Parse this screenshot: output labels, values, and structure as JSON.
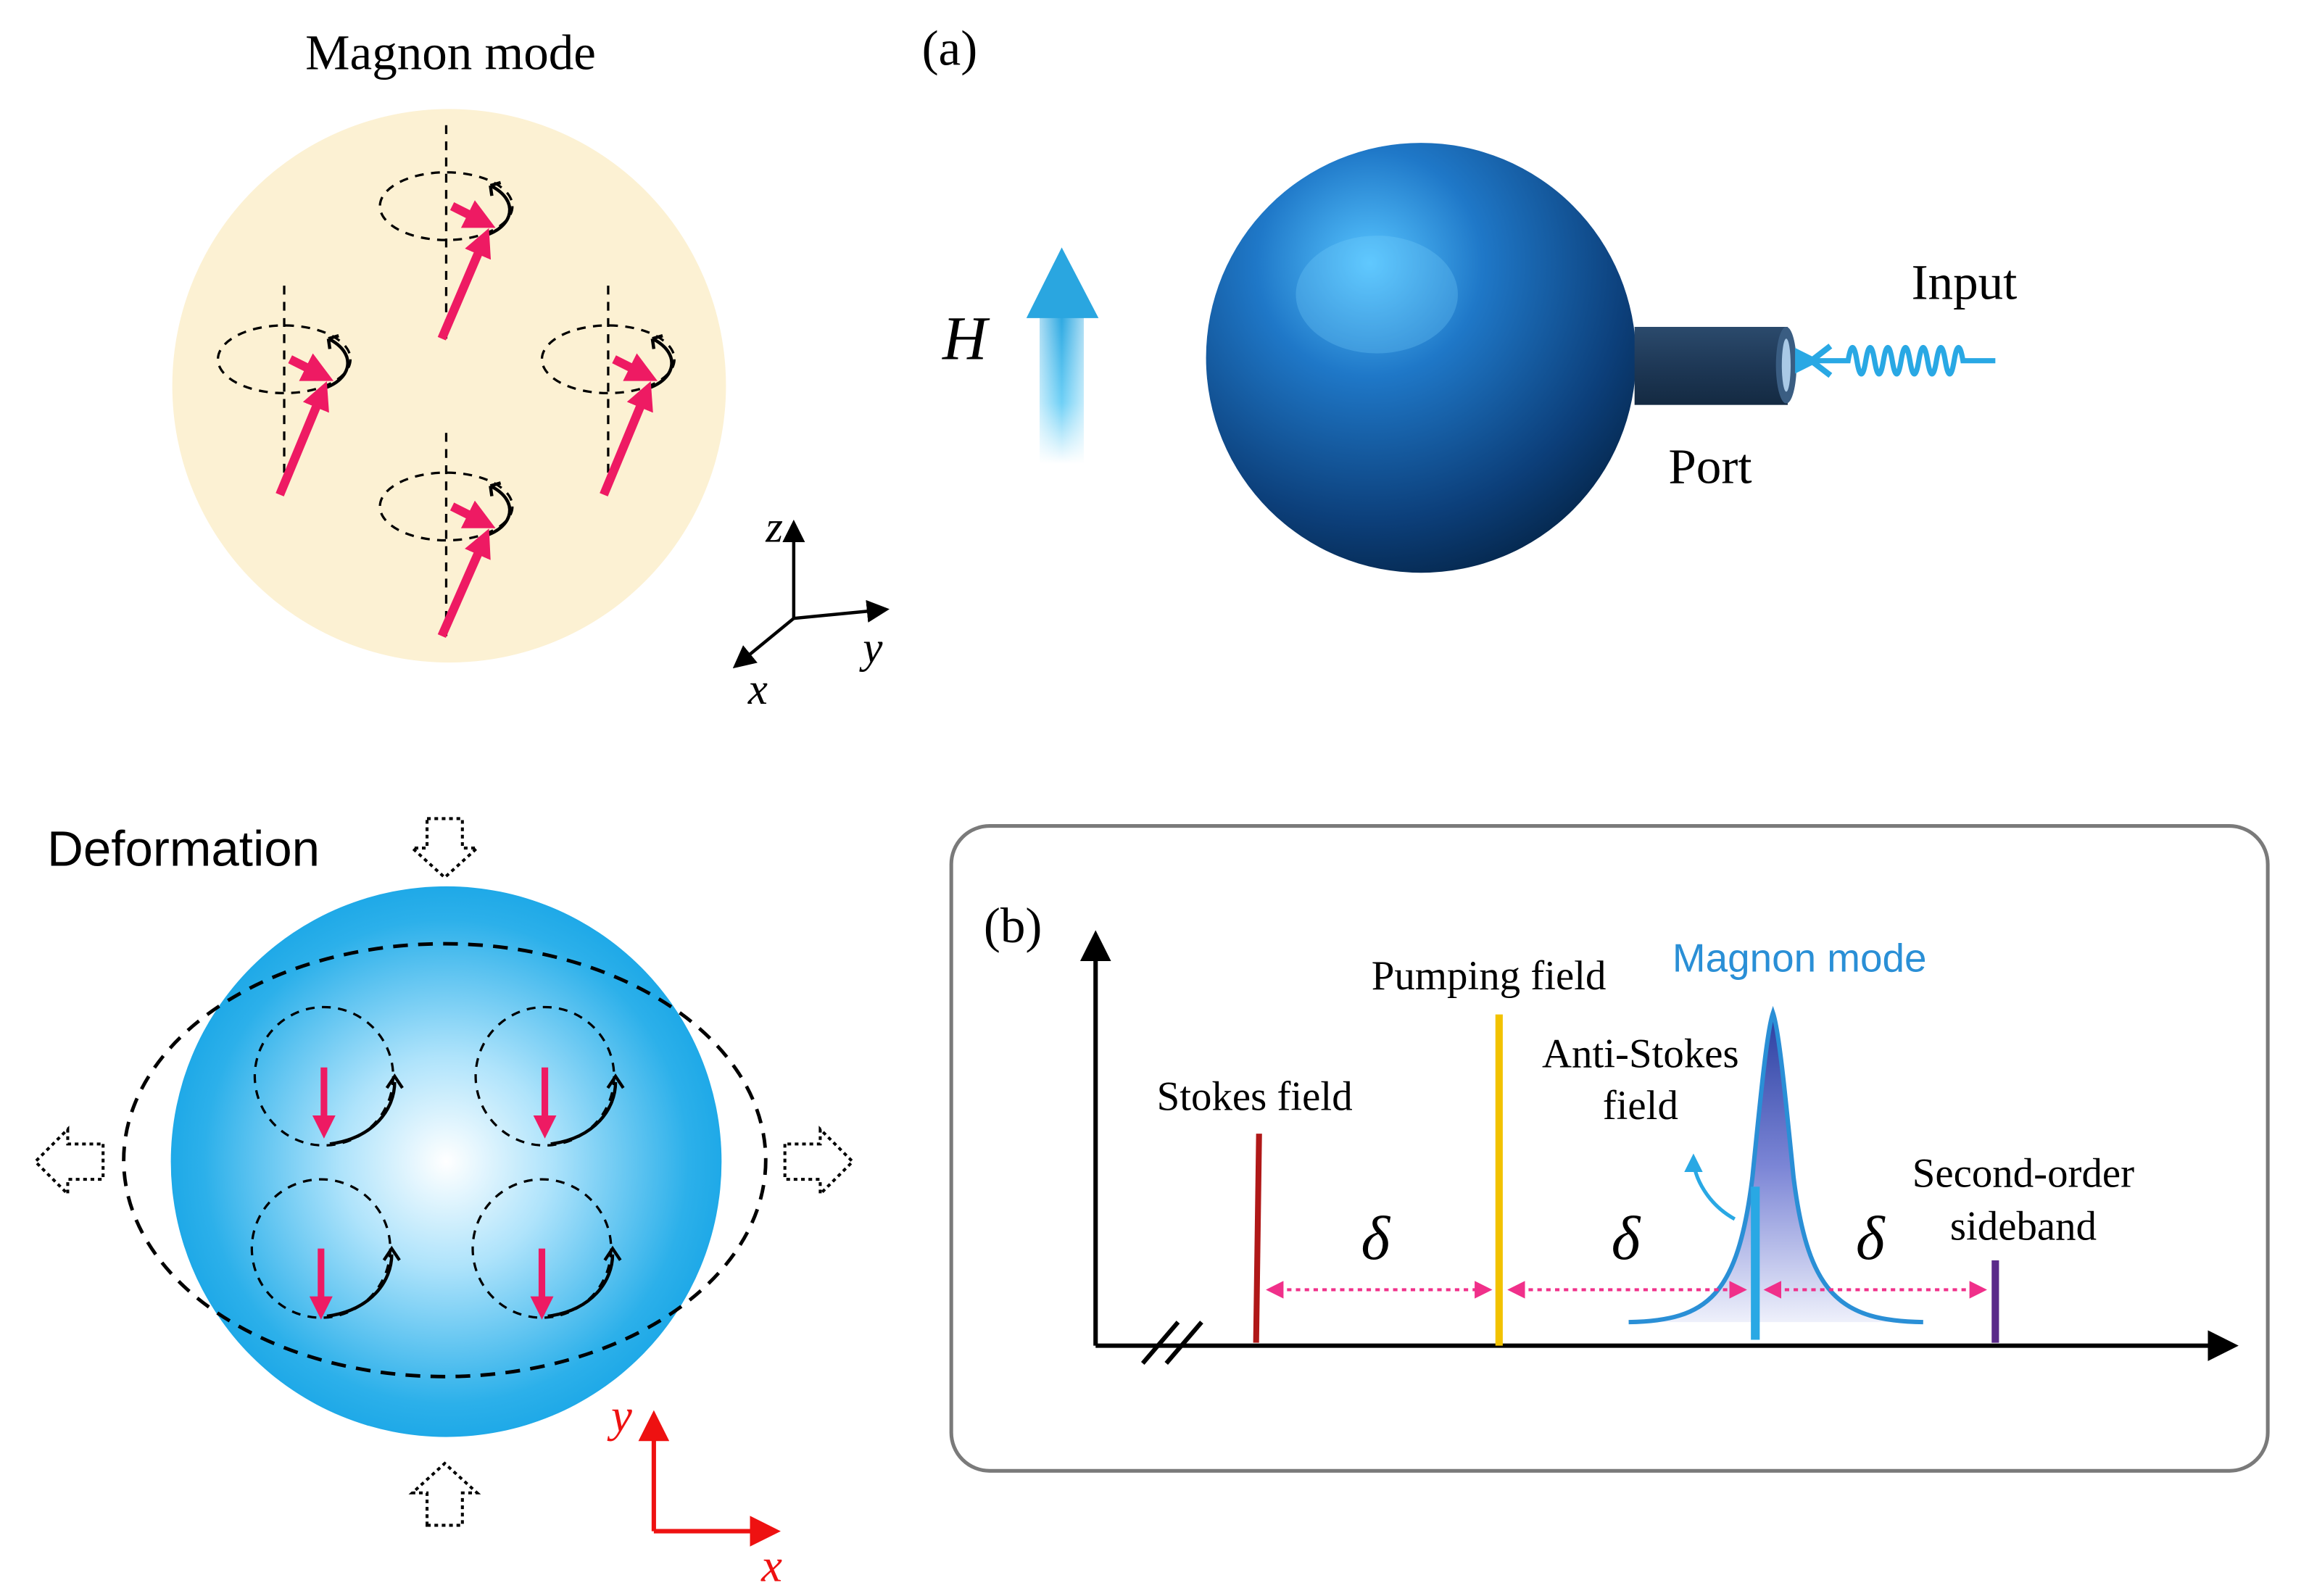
{
  "magnon_panel": {
    "title": "Magnon mode",
    "axes": {
      "z": "z",
      "y": "y",
      "x": "x"
    }
  },
  "panel_a": {
    "label": "(a)",
    "field_label": "H",
    "port_label": "Port",
    "input_label": "Input"
  },
  "deformation_panel": {
    "title": "Deformation",
    "axes": {
      "y": "y",
      "x": "x"
    }
  },
  "panel_b": {
    "label": "(b)",
    "stokes": "Stokes field",
    "pumping": "Pumping field",
    "magnon": "Magnon mode",
    "anti_stokes_line1": "Anti-Stokes",
    "anti_stokes_line2": "field",
    "second_order_line1": "Second-order",
    "second_order_line2": "sideband",
    "delta": "δ"
  },
  "colors": {
    "spin_arrow": "#ee1a63",
    "sphere_blue": "#1e6ab8",
    "magnon_blue": "#2a8fd6",
    "stokes": "#b01818",
    "pumping": "#f2c200",
    "second_order": "#5a2a8a",
    "delta_arrow": "#f0308a",
    "axis_red": "#ee1111",
    "cream": "#fcf1d3"
  }
}
